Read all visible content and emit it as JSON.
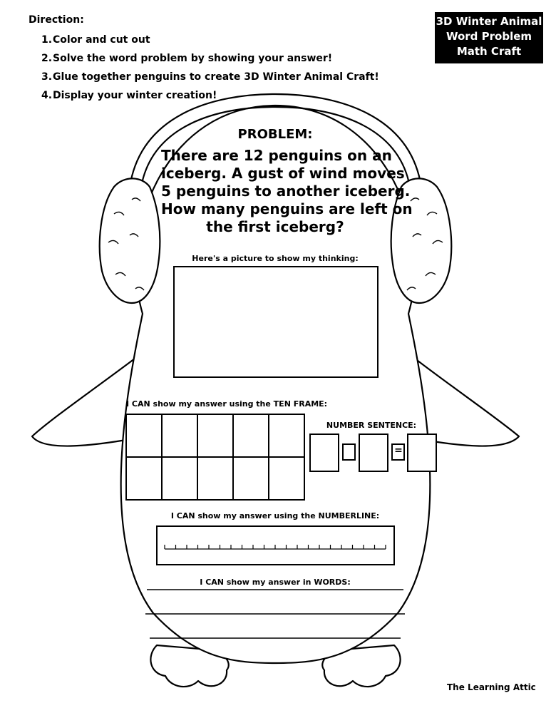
{
  "directions": {
    "heading": "Direction:",
    "steps": [
      {
        "num": "1.",
        "text": "Color and cut out"
      },
      {
        "num": "2.",
        "text": "Solve the word problem by showing your answer!"
      },
      {
        "num": "3.",
        "text": "Glue together penguins to create 3D Winter Animal Craft!"
      },
      {
        "num": "4.",
        "text": "Display your winter creation!"
      }
    ]
  },
  "title_box": {
    "lines": [
      "3D Winter Animal",
      "Word Problem",
      "Math Craft"
    ],
    "background": "#000000",
    "text_color": "#ffffff"
  },
  "problem": {
    "heading": "PROBLEM:",
    "lines": [
      "There are 12 penguins on an",
      "iceberg. A gust of wind moves",
      "5 penguins to another iceberg.",
      "How many penguins are left on",
      "the first iceberg?"
    ]
  },
  "picture_label": "Here's a picture to show my thinking:",
  "ten_frame_label": "I CAN show my answer using the TEN FRAME:",
  "number_sentence_label": "NUMBER SENTENCE:",
  "number_sentence_operator": "=",
  "number_line_label": "I CAN show my answer using the NUMBERLINE:",
  "words_label": "I CAN show my answer in WORDS:",
  "credit": "The Learning Attic"
}
